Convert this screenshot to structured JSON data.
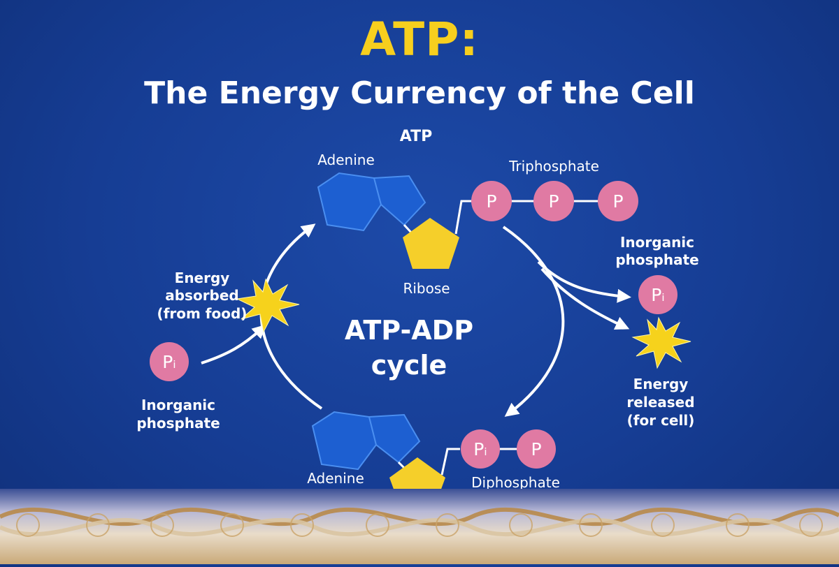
{
  "title": "ATP:",
  "subtitle": "The Energy Currency of the Cell",
  "labels": {
    "atp": "ATP",
    "adenine_top": "Adenine",
    "triphosphate": "Triphosphate",
    "ribose": "Ribose",
    "inorganic_phosphate_right_1": "Inorganic",
    "inorganic_phosphate_right_2": "phosphate",
    "energy_absorbed_1": "Energy",
    "energy_absorbed_2": "absorbed",
    "energy_absorbed_3": "(from food)",
    "cycle_1": "ATP-ADP",
    "cycle_2": "cycle",
    "inorganic_phosphate_left_1": "Inorganic",
    "inorganic_phosphate_left_2": "phosphate",
    "energy_released_1": "Energy",
    "energy_released_2": "released",
    "energy_released_3": "(for cell)",
    "adenine_bottom": "Adenine",
    "diphosphate": "Diphosphate"
  },
  "phosphates": {
    "p": "P",
    "pi": "Pᵢ"
  },
  "colors": {
    "background": "#163d94",
    "title": "#f7cf1e",
    "adenine": "#1d5fd1",
    "ribose": "#f5cf2a",
    "phosphate": "#e07aa3",
    "star": "#f6d21c"
  }
}
